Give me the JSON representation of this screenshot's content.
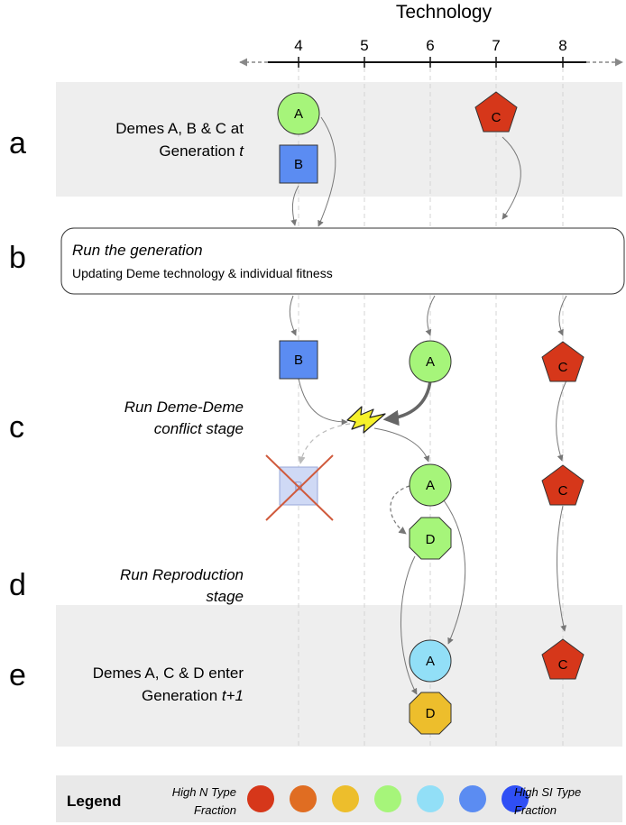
{
  "axis": {
    "title": "Technology",
    "ticks": [
      "4",
      "5",
      "6",
      "7",
      "8"
    ]
  },
  "rows": {
    "a": {
      "letter": "a",
      "line1": "Demes A, B & C at",
      "line2_prefix": "Generation ",
      "line2_var": "t"
    },
    "b": {
      "letter": "b",
      "title": "Run the generation",
      "subtitle": "Updating Deme technology & individual fitness"
    },
    "c": {
      "letter": "c",
      "line1": "Run Deme-Deme",
      "line2": "conflict stage"
    },
    "d": {
      "letter": "d",
      "line1": "Run Reproduction",
      "line2": "stage"
    },
    "e": {
      "letter": "e",
      "line1": "Demes A, C & D enter",
      "line2_prefix": "Generation ",
      "line2_var": "t+1"
    }
  },
  "nodes": {
    "a_A": "A",
    "a_B": "B",
    "a_C": "C",
    "c_B": "B",
    "c_A": "A",
    "c_C": "C",
    "c2_B": "B",
    "c2_A": "A",
    "c2_C": "C",
    "d_D": "D",
    "e_A": "A",
    "e_C": "C",
    "e_D": "D"
  },
  "legend": {
    "title": "Legend",
    "left_line1": "High N Type",
    "left_line2": "Fraction",
    "right_line1": "High SI Type",
    "right_line2": "Fraction",
    "swatches": [
      "#d6371a",
      "#e06d22",
      "#edbe2c",
      "#a6f57a",
      "#92dff7",
      "#5b8cf2",
      "#2f4ff5"
    ]
  },
  "colors": {
    "red": "#d6371a",
    "green": "#a6f57a",
    "blue": "#5b8cf2",
    "light_blue": "#92dff7",
    "yellow": "#edbe2c",
    "band": "#eeeeee"
  }
}
